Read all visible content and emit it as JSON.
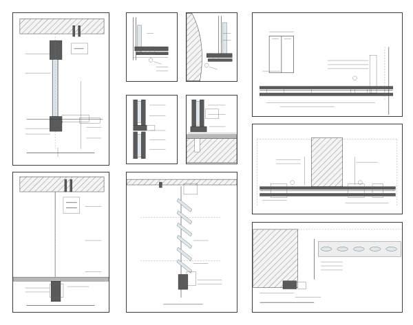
{
  "sheet": {
    "background": "#ffffff",
    "line_color": "#333333",
    "hatch_color": "#8a8a8a"
  },
  "panels": [
    {
      "name": "section-fixed-glass-top",
      "type": "vertical-section"
    },
    {
      "name": "detail-jamb-sliding",
      "type": "plan-detail"
    },
    {
      "name": "detail-curved-jamb",
      "type": "plan-detail"
    },
    {
      "name": "elevation-and-plan-door",
      "type": "elevation-plan"
    },
    {
      "name": "detail-vertical-profile",
      "type": "section-detail"
    },
    {
      "name": "detail-floor-track",
      "type": "section-detail"
    },
    {
      "name": "plan-wall-opening",
      "type": "plan"
    },
    {
      "name": "section-fixed-glass-bottom",
      "type": "vertical-section"
    },
    {
      "name": "section-louvre-blades",
      "type": "vertical-section"
    },
    {
      "name": "detail-louvre-plan",
      "type": "plan-detail"
    }
  ]
}
